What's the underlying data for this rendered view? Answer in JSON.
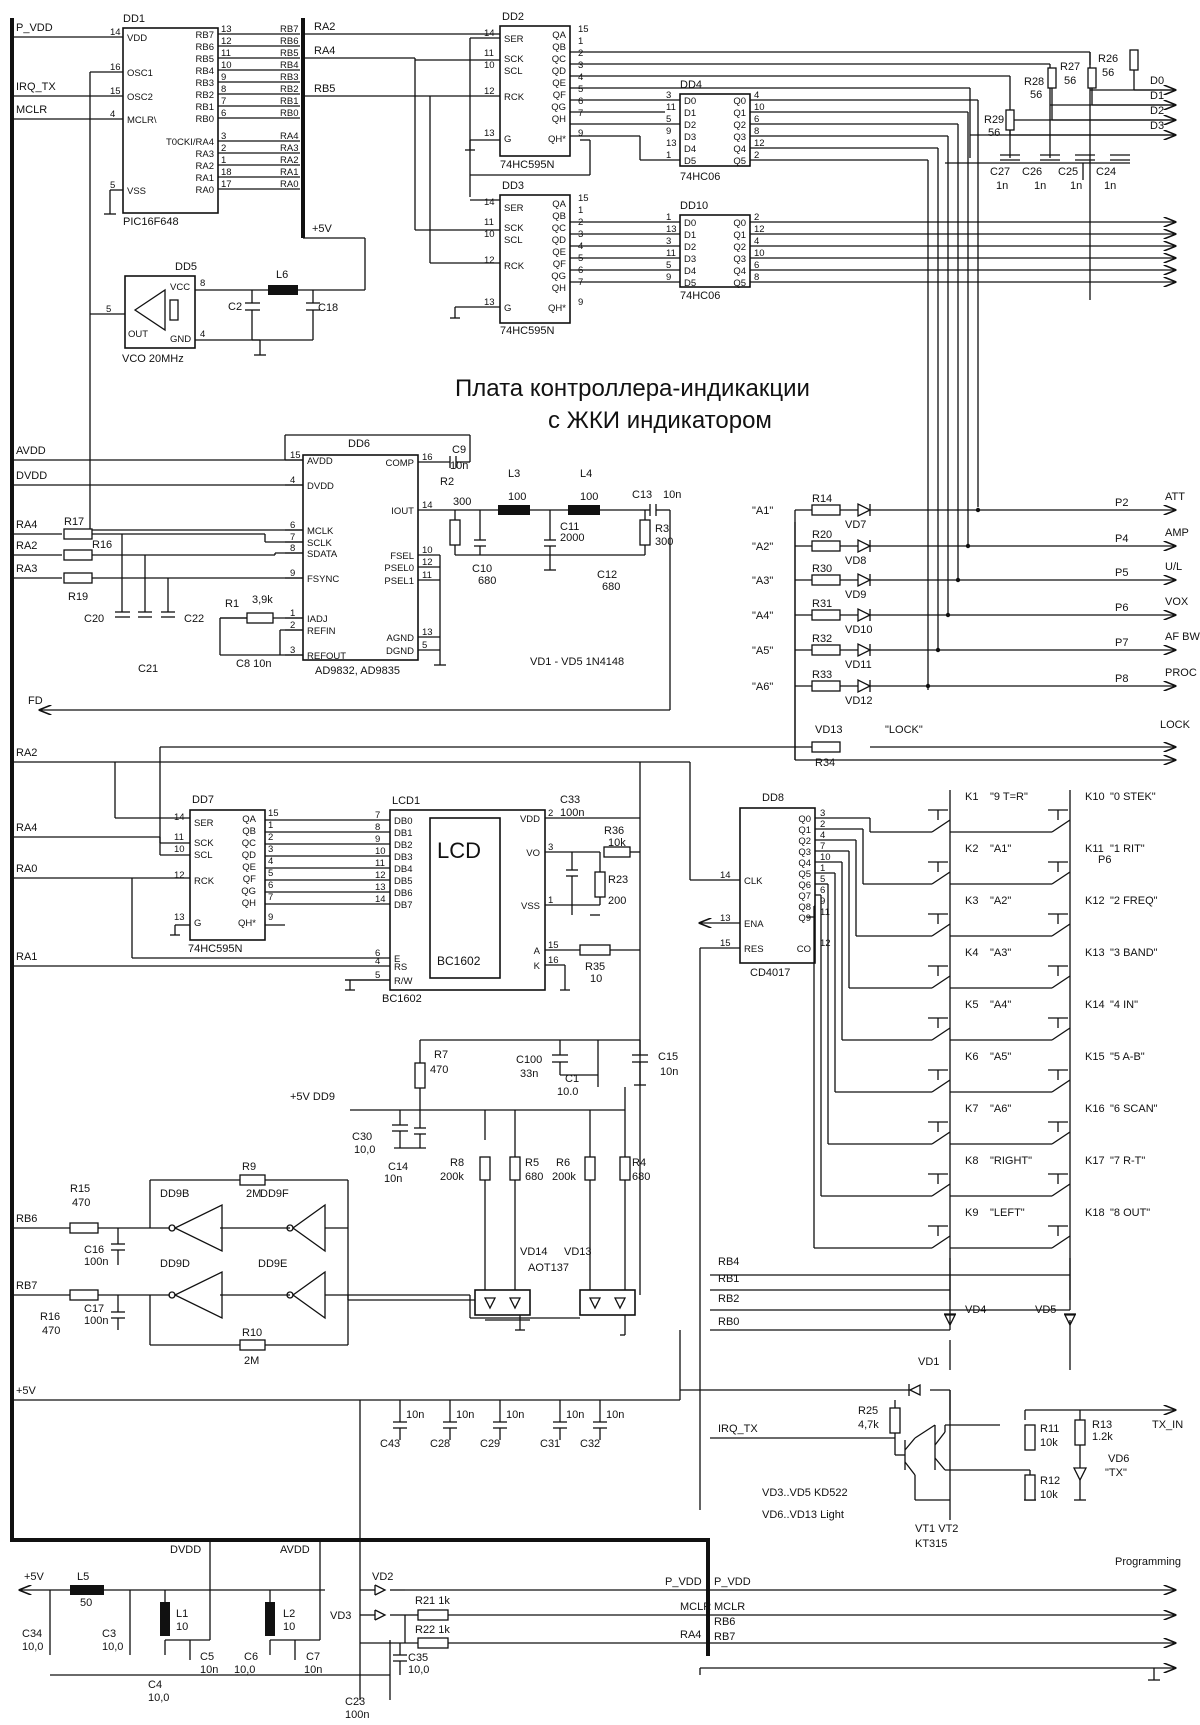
{
  "title_line1": "Плата контроллера-индикакции",
  "title_line2": "с ЖКИ индикатором",
  "dd1": {
    "name": "DD1",
    "part": "PIC16F648",
    "left_pins": [
      [
        "VDD",
        "14"
      ],
      [
        "OSC1",
        "16"
      ],
      [
        "OSC2",
        "15"
      ],
      [
        "MCLR\\",
        "4"
      ],
      [
        "VSS",
        "5"
      ]
    ],
    "right_pins": [
      [
        "RB7",
        "13"
      ],
      [
        "RB6",
        "12"
      ],
      [
        "RB5",
        "11"
      ],
      [
        "RB4",
        "10"
      ],
      [
        "RB3",
        "9"
      ],
      [
        "RB2",
        "8"
      ],
      [
        "RB1",
        "7"
      ],
      [
        "RB0",
        "6"
      ],
      [
        "T0CKI/RA4",
        "3"
      ],
      [
        "RA3",
        "2"
      ],
      [
        "RA2",
        "1"
      ],
      [
        "RA1",
        "18"
      ],
      [
        "RA0",
        "17"
      ]
    ],
    "out_labels": [
      "RB7",
      "RB6",
      "RB5",
      "RB4",
      "RB3",
      "RB2",
      "RB1",
      "RB0",
      "RA4",
      "RA3",
      "RA2",
      "RA1",
      "RA0"
    ]
  },
  "left_nets": [
    "P_VDD",
    "IRQ_TX",
    "MCLR",
    "AVDD",
    "DVDD",
    "RA4",
    "RA2",
    "RA3",
    "FD",
    "RA2",
    "RA4",
    "RA0",
    "RA1",
    "RB6",
    "RB7",
    "+5V"
  ],
  "net_labels": {
    "ra2": "RA2",
    "ra4": "RA4",
    "rb5": "RB5",
    "p5v": "+5V",
    "p5vdd9": "+5V DD9"
  },
  "dd2": {
    "name": "DD2",
    "part": "74HC595N",
    "left": [
      "SER",
      "SCK",
      "SCL",
      "RCK",
      "G"
    ],
    "left_nums": [
      "14",
      "11",
      "10",
      "12",
      "13"
    ],
    "right": [
      "QA",
      "QB",
      "QC",
      "QD",
      "QE",
      "QF",
      "QG",
      "QH",
      "QH*"
    ],
    "right_nums": [
      "15",
      "1",
      "2",
      "3",
      "4",
      "5",
      "6",
      "7",
      "9"
    ]
  },
  "dd3": {
    "name": "DD3",
    "part": "74HC595N",
    "left": [
      "SER",
      "SCK",
      "SCL",
      "RCK",
      "G"
    ],
    "left_nums": [
      "14",
      "11",
      "10",
      "12",
      "13"
    ],
    "right": [
      "QA",
      "QB",
      "QC",
      "QD",
      "QE",
      "QF",
      "QG",
      "QH",
      "QH*"
    ],
    "right_nums": [
      "15",
      "1",
      "2",
      "3",
      "4",
      "5",
      "6",
      "7",
      "9"
    ]
  },
  "dd4": {
    "name": "DD4",
    "part": "74HC06",
    "left": [
      "D0",
      "D1",
      "D2",
      "D3",
      "D4",
      "D5"
    ],
    "left_nums": [
      "3",
      "11",
      "5",
      "9",
      "13",
      "1"
    ],
    "right": [
      "Q0",
      "Q1",
      "Q2",
      "Q3",
      "Q4",
      "Q5"
    ],
    "right_nums": [
      "4",
      "10",
      "6",
      "8",
      "12",
      "2"
    ]
  },
  "dd10": {
    "name": "DD10",
    "part": "74HC06",
    "left": [
      "D0",
      "D1",
      "D2",
      "D3",
      "D4",
      "D5"
    ],
    "left_nums": [
      "1",
      "13",
      "3",
      "11",
      "5",
      "9"
    ],
    "right": [
      "Q0",
      "Q1",
      "Q2",
      "Q3",
      "Q4",
      "Q5"
    ],
    "right_nums": [
      "2",
      "12",
      "4",
      "10",
      "6",
      "8"
    ]
  },
  "dd5": {
    "name": "DD5",
    "part": "VCO 20MHz",
    "pins": [
      "VCC",
      "OUT",
      "GND"
    ],
    "nums": [
      "8",
      "5",
      "4"
    ]
  },
  "l6": "L6",
  "c2": "C2",
  "c18": "C18",
  "rnet": {
    "r26": "R26",
    "r27": "R27",
    "r28": "R28",
    "r29": "R29",
    "v56": "56",
    "c24": "C24",
    "c25": "C25",
    "c26": "C26",
    "c27": "C27",
    "v1n": "1n"
  },
  "d_out": [
    "D0",
    "D1",
    "D2",
    "D3"
  ],
  "dd6": {
    "name": "DD6",
    "part": "AD9832, AD9835",
    "left": [
      "AVDD",
      "DVDD",
      "MCLK",
      "SCLK",
      "SDATA",
      "FSYNC",
      "IADJ",
      "REFIN",
      "REFOUT"
    ],
    "left_nums": [
      "15",
      "4",
      "6",
      "7",
      "8",
      "9",
      "1",
      "2",
      "3"
    ],
    "right": [
      "COMP",
      "IOUT",
      "FSEL",
      "PSEL0",
      "PSEL1",
      "AGND",
      "DGND"
    ],
    "right_nums": [
      "16",
      "14",
      "10",
      "12",
      "11",
      "13",
      "5"
    ]
  },
  "filt": {
    "c9": "C9",
    "c9v": "10n",
    "r2": "R2",
    "l3": "L3",
    "l4": "L4",
    "v100": "100",
    "v300": "300",
    "c13": "C13",
    "c13v": "10n",
    "r3": "R3",
    "r3v": "300",
    "c10": "C10",
    "c10v": "680",
    "c11": "C11",
    "c11v": "2000",
    "c12": "C12",
    "c12v": "680"
  },
  "dds_in": {
    "r17": "R17",
    "r16": "R16",
    "r19": "R19",
    "c20": "C20",
    "c21": "C21",
    "c22": "C22",
    "r1": "R1",
    "r1v": "3,9k",
    "c8": "C8 10n"
  },
  "vd_note": "VD1 - VD5  1N4148",
  "leds": [
    {
      "tag": "\"A1\"",
      "r": "R14",
      "vd": "VD7",
      "p": "P2",
      "name": "ATT"
    },
    {
      "tag": "\"A2\"",
      "r": "R20",
      "vd": "VD8",
      "p": "P4",
      "name": "AMP"
    },
    {
      "tag": "\"A3\"",
      "r": "R30",
      "vd": "VD9",
      "p": "P5",
      "name": "U/L"
    },
    {
      "tag": "\"A4\"",
      "r": "R31",
      "vd": "VD10",
      "p": "P6",
      "name": "VOX"
    },
    {
      "tag": "\"A5\"",
      "r": "R32",
      "vd": "VD11",
      "p": "P7",
      "name": "AF BW"
    },
    {
      "tag": "\"A6\"",
      "r": "R33",
      "vd": "VD12",
      "p": "P8",
      "name": "PROC"
    }
  ],
  "lock": {
    "vd": "VD13",
    "r": "R34",
    "tag": "\"LOCK\"",
    "name": "LOCK"
  },
  "dd7": {
    "name": "DD7",
    "part": "74HC595N",
    "left": [
      "SER",
      "SCK",
      "SCL",
      "RCK",
      "G"
    ],
    "left_nums": [
      "14",
      "11",
      "10",
      "12",
      "13"
    ],
    "right": [
      "QA",
      "QB",
      "QC",
      "QD",
      "QE",
      "QF",
      "QG",
      "QH",
      "QH*"
    ],
    "right_nums": [
      "15",
      "1",
      "2",
      "3",
      "4",
      "5",
      "6",
      "7",
      "9"
    ]
  },
  "lcd": {
    "name": "LCD1",
    "big": "LCD",
    "model": "BC1602",
    "part": "BC1602",
    "left": [
      "DB0",
      "DB1",
      "DB2",
      "DB3",
      "DB4",
      "DB5",
      "DB6",
      "DB7",
      "E",
      "RS",
      "R/W"
    ],
    "left_nums": [
      "7",
      "8",
      "9",
      "10",
      "11",
      "12",
      "13",
      "14",
      "6",
      "4",
      "5"
    ],
    "right": [
      "VDD",
      "VO",
      "VSS",
      "A",
      "K"
    ],
    "right_nums": [
      "2",
      "3",
      "1",
      "15",
      "16"
    ]
  },
  "lcd_side": {
    "c33": "C33",
    "c33v": "100n",
    "r36": "R36",
    "r36v": "10k",
    "r23": "R23",
    "r23v": "200",
    "r35": "R35",
    "r35v": "10"
  },
  "dd8": {
    "name": "DD8",
    "part": "CD4017",
    "left": [
      "CLK",
      "ENA",
      "RES"
    ],
    "left_nums": [
      "14",
      "13",
      "15"
    ],
    "right": [
      "Q0",
      "Q1",
      "Q2",
      "Q3",
      "Q4",
      "Q5",
      "Q6",
      "Q7",
      "Q8",
      "Q9",
      "CO"
    ],
    "right_nums": [
      "3",
      "2",
      "4",
      "7",
      "10",
      "1",
      "5",
      "6",
      "9",
      "11",
      "12"
    ]
  },
  "keys_left": [
    [
      "K1",
      "\"9 T=R\""
    ],
    [
      "K2",
      "\"A1\""
    ],
    [
      "K3",
      "\"A2\""
    ],
    [
      "K4",
      "\"A3\""
    ],
    [
      "K5",
      "\"A4\""
    ],
    [
      "K6",
      "\"A5\""
    ],
    [
      "K7",
      "\"A6\""
    ],
    [
      "K8",
      "\"RIGHT\""
    ],
    [
      "K9",
      "\"LEFT\""
    ]
  ],
  "keys_right": [
    [
      "K10",
      "\"0 STEK\""
    ],
    [
      "K11",
      "\"1 RIT\""
    ],
    [
      "K12",
      "\"2 FREQ\""
    ],
    [
      "K13",
      "\"3 BAND\""
    ],
    [
      "K14",
      "\"4 IN\""
    ],
    [
      "K15",
      "\"5 A-B\""
    ],
    [
      "K16",
      "\"6 SCAN\""
    ],
    [
      "K17",
      "\"7 R-T\""
    ],
    [
      "K18",
      "\"8 OUT\""
    ]
  ],
  "p6": "P6",
  "opto": {
    "r7": "R7",
    "r7v": "470",
    "c100": "C100",
    "c100v": "33n",
    "c1": "C1",
    "c1v": "10.0",
    "c15": "C15",
    "c15v": "10n",
    "c30": "C30",
    "c30v": "10,0",
    "c14": "C14",
    "c14v": "10n",
    "r8": "R8",
    "r8v": "200k",
    "r5": "R5",
    "r5v": "680",
    "r6": "R6",
    "r6v": "200k",
    "r4": "R4",
    "r4v": "680",
    "vd14": "VD14",
    "vd13": "VD13",
    "aot": "AOT137"
  },
  "inv": {
    "r15": "R15",
    "r15v": "470",
    "c16": "C16",
    "c16v": "100n",
    "dd9b": "DD9B",
    "r9": "R9",
    "r9v": "2M",
    "dd9f": "DD9F",
    "r16": "R16",
    "r16v": "470",
    "c17": "C17",
    "c17v": "100n",
    "dd9d": "DD9D",
    "dd9e": "DD9E",
    "r10": "R10",
    "r10v": "2M"
  },
  "rbs": [
    "RB4",
    "RB1",
    "RB2",
    "RB0"
  ],
  "diodes": {
    "vd4": "VD4",
    "vd5": "VD5",
    "vd1": "VD1"
  },
  "caps5v": [
    [
      "C43",
      "10n"
    ],
    [
      "C28",
      "10n"
    ],
    [
      "C29",
      "10n"
    ],
    [
      "C31",
      "10n"
    ],
    [
      "C32",
      "10n"
    ]
  ],
  "tx": {
    "irq": "IRQ_TX",
    "r25": "R25",
    "r25v": "4,7k",
    "r11": "R11",
    "r11v": "10k",
    "r12": "R12",
    "r12v": "10k",
    "r13": "R13",
    "r13v": "1.2k",
    "vd6": "VD6",
    "vd6t": "\"TX\"",
    "txin": "TX_IN",
    "vt": "VT1  VT2",
    "kt": "KT315"
  },
  "notes": [
    "VD3..VD5  KD522",
    "VD6..VD13  Light"
  ],
  "power": {
    "p5v": "+5V",
    "l5": "L5",
    "l5v": "50",
    "c34": "C34",
    "c34v": "10,0",
    "c3": "C3",
    "c3v": "10,0",
    "c4": "C4",
    "c4v": "10,0",
    "l1": "L1",
    "l1v": "10",
    "c5": "C5",
    "c5v": "10n",
    "c6": "C6",
    "c6v": "10,0",
    "l2": "L2",
    "l2v": "10",
    "c7": "C7",
    "c7v": "10n",
    "c23": "C23",
    "c23v": "100n",
    "dvdd": "DVDD",
    "avdd": "AVDD",
    "vd2": "VD2",
    "vd3": "VD3",
    "r21": "R21 1k",
    "r22": "R22 1k",
    "c35": "C35",
    "c35v": "10,0"
  },
  "prog": {
    "title": "Programming",
    "left": [
      "P_VDD",
      "MCLR",
      "RA4"
    ],
    "right": [
      "P_VDD",
      "MCLR",
      "RB6",
      "RB7"
    ]
  }
}
